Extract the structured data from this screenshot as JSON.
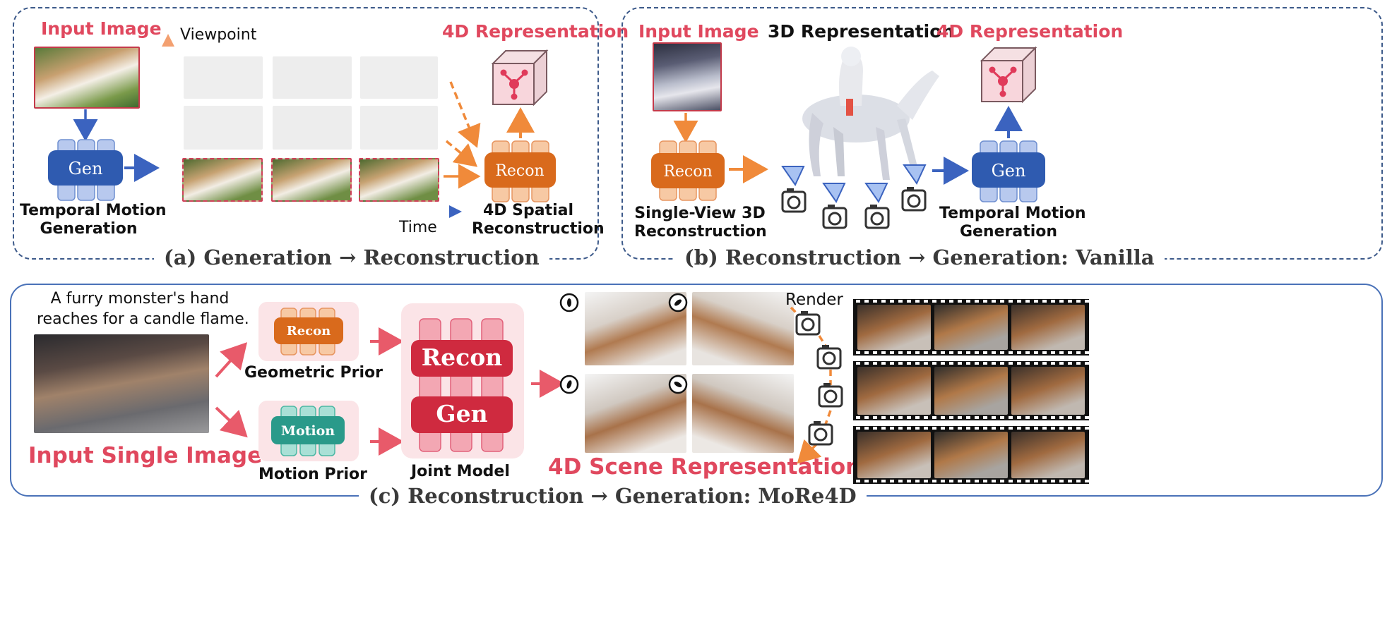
{
  "panel_a": {
    "input_title": "Input Image",
    "axis_y": "Viewpoint",
    "axis_x": "Time",
    "output_title": "4D Representation",
    "gen_label": "Gen",
    "gen_caption": [
      "Temporal Motion",
      "Generation"
    ],
    "recon_label": "Recon",
    "recon_caption": [
      "4D Spatial",
      "Reconstruction"
    ],
    "caption": "(a) Generation → Reconstruction"
  },
  "panel_b": {
    "input_title": "Input Image",
    "mid_title": "3D Representation",
    "output_title": "4D Representation",
    "recon_label": "Recon",
    "recon_caption": [
      "Single-View 3D",
      "Reconstruction"
    ],
    "gen_label": "Gen",
    "gen_caption": [
      "Temporal Motion",
      "Generation"
    ],
    "caption": "(b) Reconstruction → Generation: Vanilla"
  },
  "panel_c": {
    "prompt": [
      "A furry monster's hand",
      "reaches for a candle flame."
    ],
    "input_title": "Input Single Image",
    "recon_label": "Recon",
    "geo_caption": "Geometric Prior",
    "motion_label": "Motion",
    "motion_caption": "Motion Prior",
    "joint_recon": "Recon",
    "joint_gen": "Gen",
    "joint_caption": "Joint Model",
    "scene_title": "4D Scene Representation",
    "render_label": "Render",
    "caption": "(c) Reconstruction → Generation: MoRe4D"
  },
  "colors": {
    "accent_red": "#e0485e",
    "gen_blue": "#2f5bb0",
    "recon_orange": "#d96a1c",
    "motion_teal": "#2a9a8a",
    "joint_red": "#cf2a3f",
    "panel_border": "#3d5a8a"
  }
}
